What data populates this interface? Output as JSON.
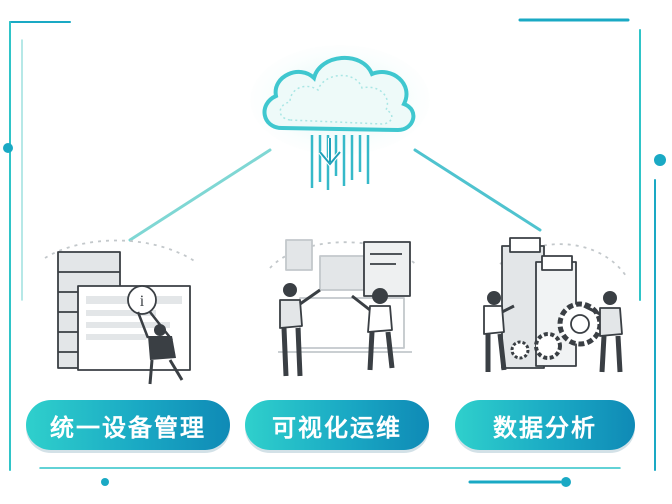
{
  "labels": {
    "device_management": "统一设备管理",
    "visual_ops": "可视化运维",
    "data_analysis": "数据分析"
  },
  "icons": {
    "cloud": "cloud-download-icon",
    "servers": "server-rack-icon",
    "dashboard": "dashboard-screens-icon",
    "analytics": "gears-analytics-icon"
  },
  "colors": {
    "accent": "#1fb3c6",
    "accent_light": "#4fd6cf",
    "accent_dark": "#0f8ab6",
    "line_art": "#3a3f44",
    "panel_gray": "#e3e6e8"
  }
}
